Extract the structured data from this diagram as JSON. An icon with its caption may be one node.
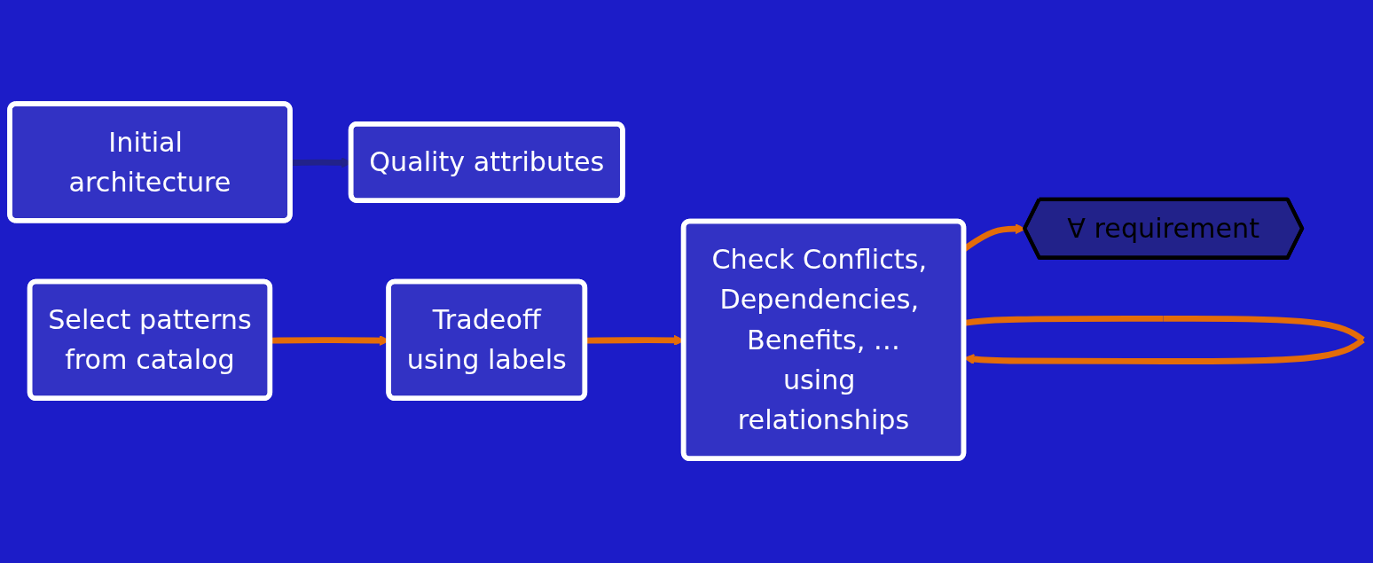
{
  "diagram": {
    "nodes": [
      {
        "text": [
          "Initial architecture"
        ]
      },
      {
        "text": [
          "Quality attributes"
        ]
      },
      {
        "text": [
          "∀ requirement"
        ]
      },
      {
        "text": [
          "Select patterns",
          "from catalog"
        ]
      },
      {
        "text": [
          "Tradeoff",
          "using labels"
        ]
      },
      {
        "text": [
          "Check Conflicts, Dependencies, Benefits, …",
          "using relationships"
        ]
      }
    ],
    "edges": [
      {
        "from": 0,
        "to": 1,
        "arrow": "to",
        "color": "#22228a"
      },
      {
        "from": 3,
        "to": 4,
        "arrow": "to"
      },
      {
        "from": 4,
        "to": 5,
        "arrow": "to"
      },
      {
        "from": 5,
        "to": 5,
        "arrow": "to"
      },
      {
        "from": 5,
        "to": 2,
        "arrow": "to"
      }
    ]
  }
}
